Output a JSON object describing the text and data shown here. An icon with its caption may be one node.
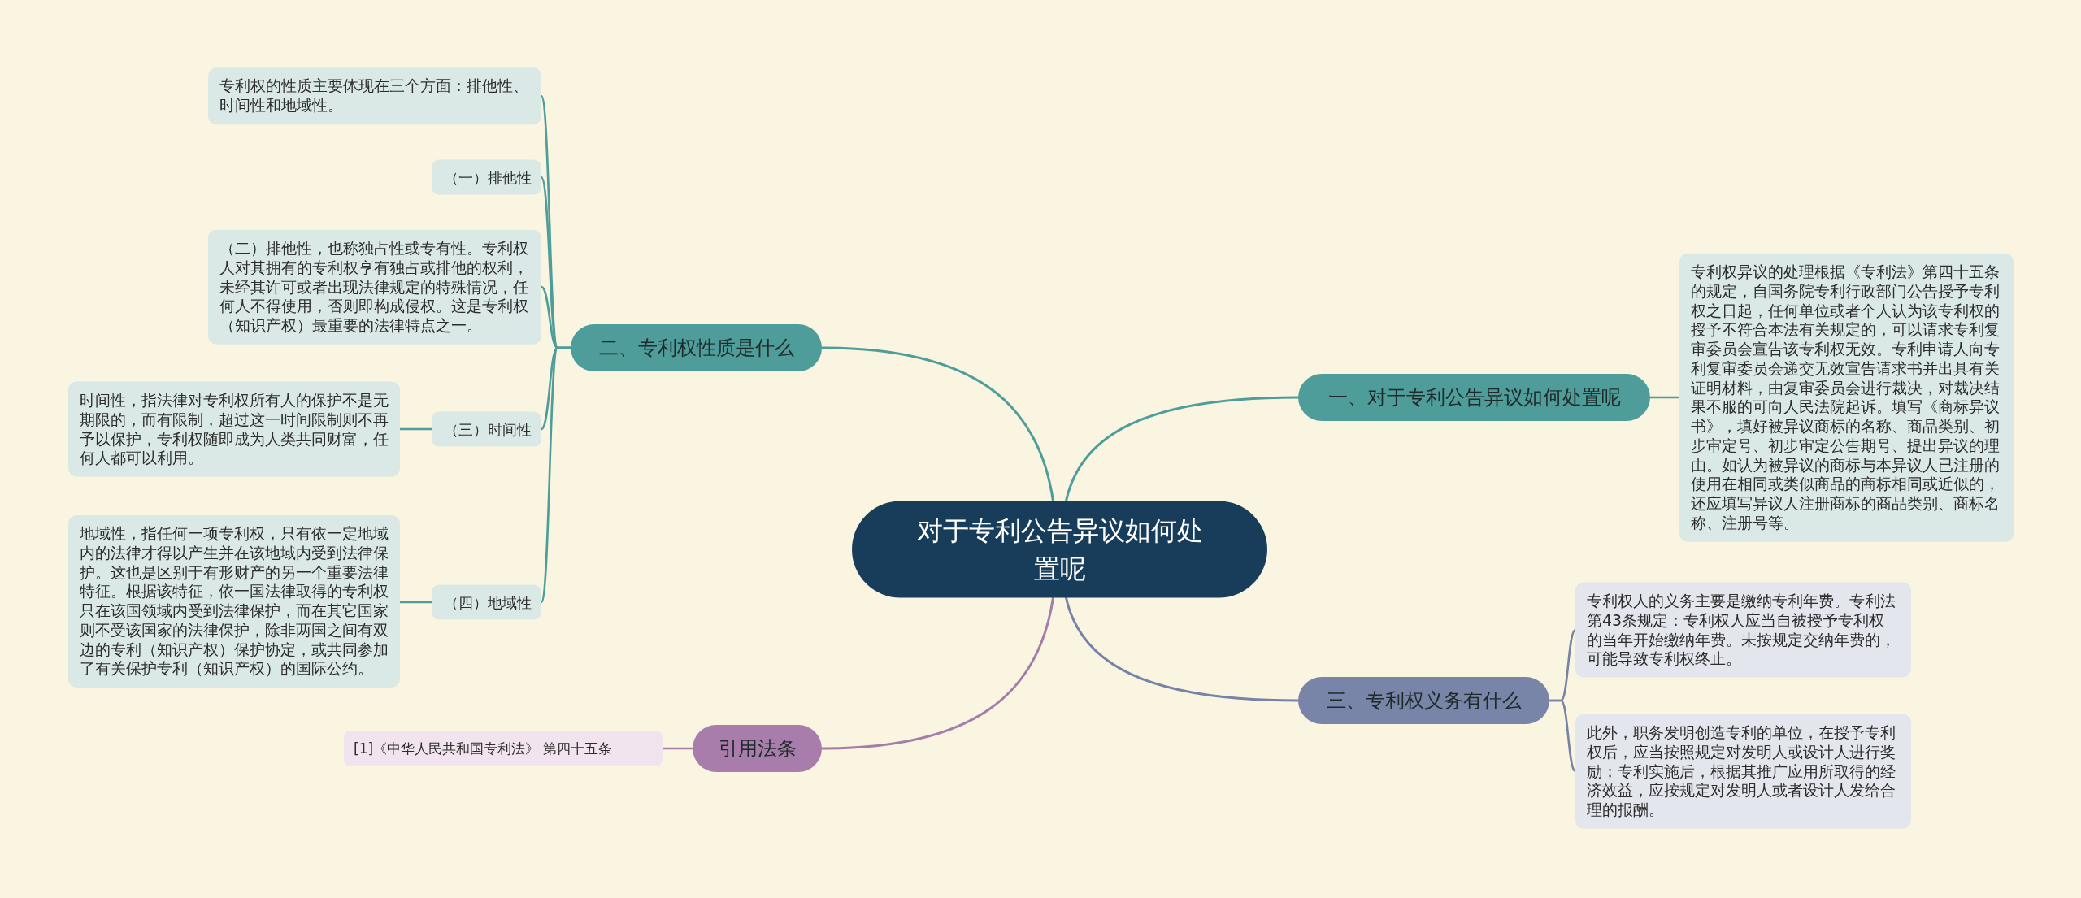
{
  "diagram": {
    "nodes": [
      {
        "text": [
          "对于专利公告异议如何处置呢"
        ]
      },
      {
        "text": [
          "一、对于专利公告异议如何处置呢"
        ]
      },
      {
        "text": [
          "专利权异议的处理根据《专利法》第四十五条的规定，自国务院专利行政部门公告授予专利权之日起，任何单位或者个人认为该专利权的授予不符合本法有关规定的，可以请求专利复审委员会宣告该专利权无效。专利申请人向专利复审委员会递交无效宣告请求书并出具有关证明材料，由复审委员会进行裁决，对裁决结果不服的可向人民法院起诉。填写《商标异议书》，填好被异议商标的名称、商品类别、初步审定号、初步审定公告期号、提出异议的理由。如认为被异议的商标与本异议人已注册的使用在相同或类似商品的商标相同或近似的，还应填写异议人注册商标的商品类别、商标名称、注册号等。"
        ]
      },
      {
        "text": [
          "二、专利权性质是什么"
        ]
      },
      {
        "text": [
          "专利权的性质主要体现在三个方面：排他性、时间性和地域性。"
        ]
      },
      {
        "text": [
          "（一）排他性"
        ]
      },
      {
        "text": [
          "（二）排他性，也称独占性或专有性。专利权人对其拥有的专利权享有独占或排他的权利，未经其许可或者出现法律规定的特殊情况，任何人不得使用，否则即构成侵权。这是专利权（知识产权）最重要的法律特点之一。"
        ]
      },
      {
        "text": [
          "（三）时间性"
        ]
      },
      {
        "text": [
          "时间性，指法律对专利权所有人的保护不是无期限的，而有限制，超过这一时间限制则不再予以保护，专利权随即成为人类共同财富，任何人都可以利用。"
        ]
      },
      {
        "text": [
          "（四）地域性"
        ]
      },
      {
        "text": [
          "地域性，指任何一项专利权，只有依一定地域内的法律才得以产生并在该地域内受到法律保护。这也是区别于有形财产的另一个重要法律特征。根据该特征，依一国法律取得的专利权只在该国领域内受到法律保护，而在其它国家则不受该国家的法律保护，除非两国之间有双边的专利（知识产权）保护协定，或共同参加了有关保护专利（知识产权）的国际公约。"
        ]
      },
      {
        "text": [
          "三、专利权义务有什么"
        ]
      },
      {
        "text": [
          "专利权人的义务主要是缴纳专利年费。专利法第43条规定：专利权人应当自被授予专利权的当年开始缴纳年费。未按规定交纳年费的，可能导致专利权终止。"
        ]
      },
      {
        "text": [
          "此外，职务发明创造专利的单位，在授予专利权后，应当按照规定对发明人或设计人进行奖励；专利实施后，根据其推广应用所取得的经济效益，应按规定对发明人或者设计人发给合理的报酬。"
        ]
      },
      {
        "text": [
          "引用法条"
        ]
      },
      {
        "text": [
          "[1]《中华人民共和国专利法》 第四十五条"
        ]
      }
    ],
    "edges": [
      {
        "from": 0,
        "to": 1,
        "arrow": "none"
      },
      {
        "from": 1,
        "to": 2,
        "arrow": "none"
      },
      {
        "from": 0,
        "to": 3,
        "arrow": "none"
      },
      {
        "from": 3,
        "to": 4,
        "arrow": "none"
      },
      {
        "from": 3,
        "to": 5,
        "arrow": "none"
      },
      {
        "from": 3,
        "to": 6,
        "arrow": "none"
      },
      {
        "from": 3,
        "to": 7,
        "arrow": "none"
      },
      {
        "from": 7,
        "to": 8,
        "arrow": "none"
      },
      {
        "from": 3,
        "to": 9,
        "arrow": "none"
      },
      {
        "from": 9,
        "to": 10,
        "arrow": "none"
      },
      {
        "from": 0,
        "to": 11,
        "arrow": "none",
        "color": "#7783a6"
      },
      {
        "from": 11,
        "to": 12,
        "arrow": "none",
        "color": "#7783a6"
      },
      {
        "from": 11,
        "to": 13,
        "arrow": "none",
        "color": "#7783a6"
      },
      {
        "from": 0,
        "to": 14,
        "arrow": "none",
        "color": "#a67ca8"
      },
      {
        "from": 14,
        "to": 15,
        "arrow": "none",
        "color": "#a67ca8"
      }
    ]
  }
}
